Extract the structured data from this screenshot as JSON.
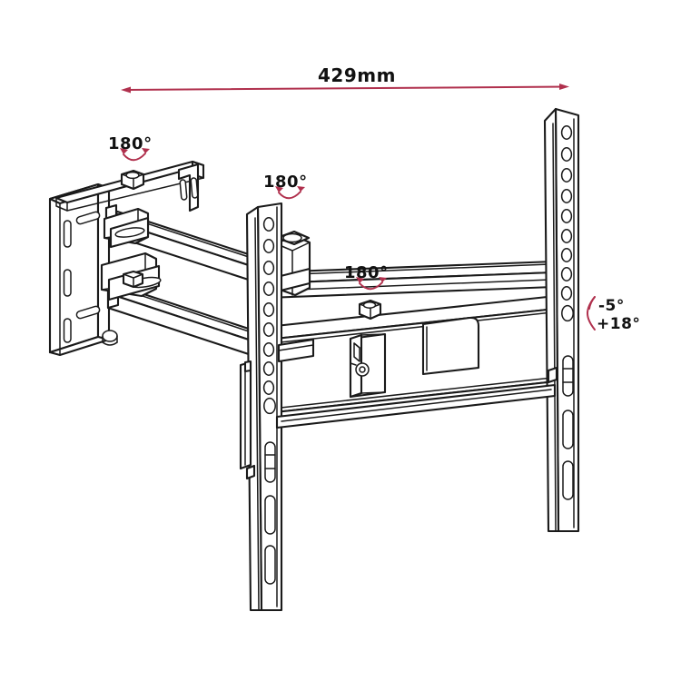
{
  "diagram": {
    "subject": "TV wall mount bracket",
    "view": "isometric line drawing",
    "line_color": "#1a1a1a",
    "accent_color": "#b0304d",
    "background_color": "#ffffff"
  },
  "dimension": {
    "width_label": "429mm",
    "arrow_color": "#b0304d"
  },
  "swivel_annotations": [
    {
      "id": "wall-plate-pivot",
      "label": "180°"
    },
    {
      "id": "arm-mid-pivot",
      "label": "180°"
    },
    {
      "id": "arm-end-pivot",
      "label": "180°"
    }
  ],
  "tilt_annotation": {
    "down_label": "-5°",
    "up_label": "+18°",
    "bracket_color": "#b0304d"
  },
  "parts": {
    "wall_plate": "wall-plate",
    "upper_arm": "upper-arm",
    "lower_arm": "lower-arm",
    "left_rail": "left-vertical-rail",
    "right_rail": "right-vertical-rail",
    "crossbar_upper": "upper-crossbar",
    "crossbar_lower": "lower-crossbar",
    "hinge_bracket": "center-hinge-bracket",
    "label_plate": "rounded-label-plate",
    "latch": "release-latch"
  }
}
